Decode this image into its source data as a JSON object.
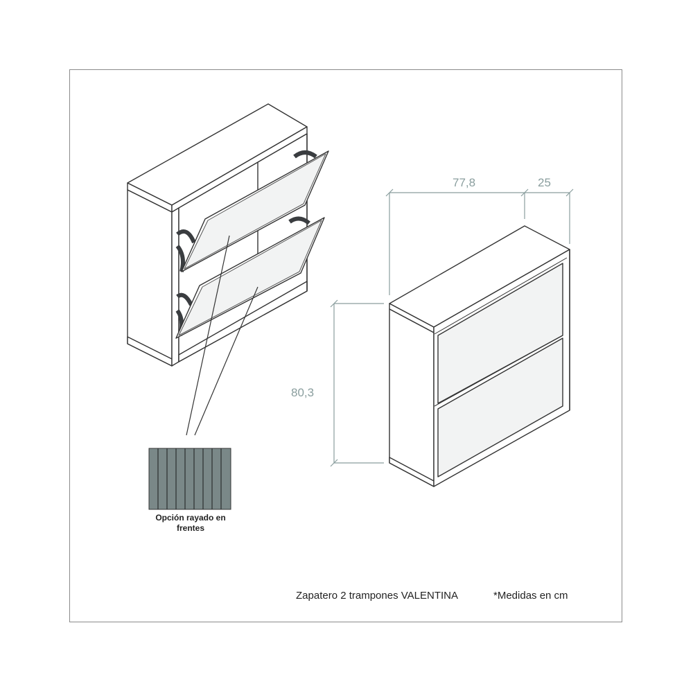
{
  "dimensions": {
    "width": "77,8",
    "depth": "25",
    "height": "80,3"
  },
  "swatch": {
    "caption": "Opción rayado en frentes"
  },
  "footer": {
    "product_name": "Zapatero 2 trampones VALENTINA",
    "units_note": "*Medidas en cm"
  },
  "colors": {
    "frame": "#8a8a8a",
    "line": "#333333",
    "panel": "#f2f3f3",
    "stripe": "#7a8888",
    "dimension": "#8a9e9e",
    "handle": "#3a3d40"
  }
}
